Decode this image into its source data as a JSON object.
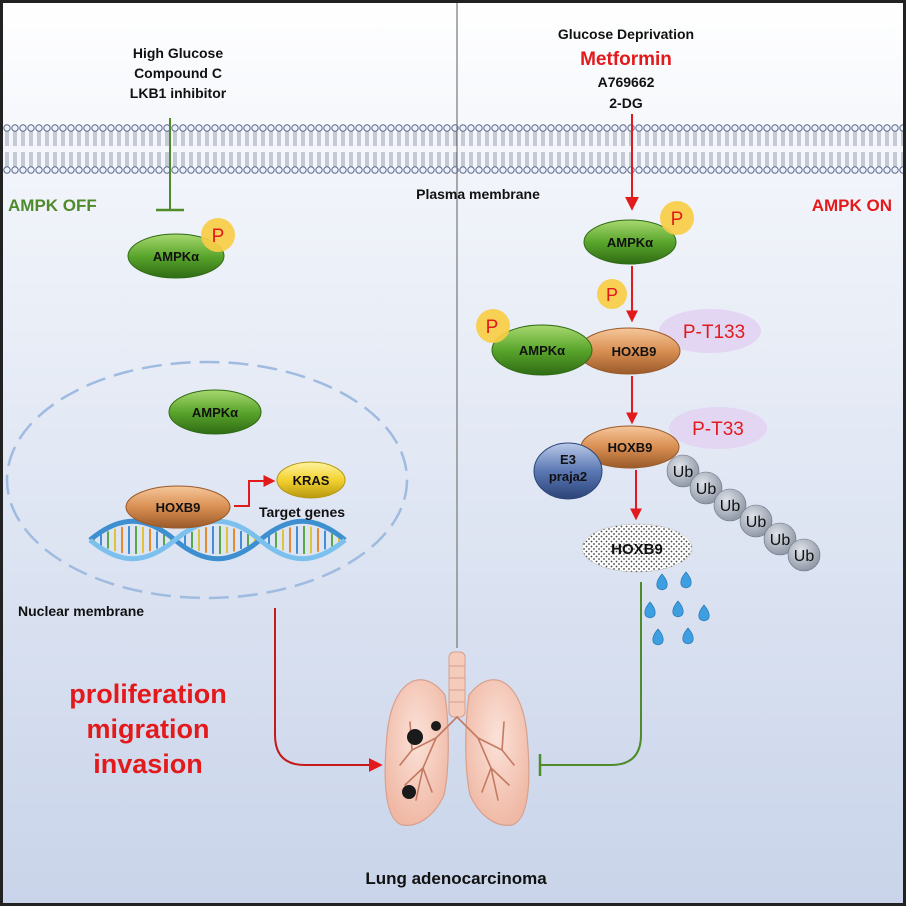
{
  "left_stimuli": [
    "High Glucose",
    "Compound C",
    "LKB1 inhibitor"
  ],
  "right_stimuli": {
    "line1": "Glucose Deprivation",
    "highlight": "Metformin",
    "line3": "A769662",
    "line4": "2-DG"
  },
  "states": {
    "off": "AMPK OFF",
    "on": "AMPK ON"
  },
  "membranes": {
    "plasma": "Plasma membrane",
    "nuclear": "Nuclear membrane"
  },
  "molecules": {
    "ampk": "AMPKα",
    "phospho": "P",
    "hoxb9": "HOXB9",
    "kras": "KRAS",
    "e3_line1": "E3",
    "e3_line2": "praja2",
    "ubiquitin": "Ub",
    "site_t133": "P-T133",
    "site_t33": "P-T33"
  },
  "target_genes": "Target genes",
  "outcomes": [
    "proliferation",
    "migration",
    "invasion"
  ],
  "organ": "Lung adenocarcinoma",
  "colors": {
    "activation_red": "#e31a1c",
    "inhibition_green": "#4f8a2b",
    "state_off_green": "#4f8a2b",
    "ampk_green": "#5aa62c",
    "hoxb9_orange": "#d98f52",
    "kras_yellow": "#f2d230",
    "phospho_yellow": "#f7cd45",
    "site_lavender": "#e3d6f3",
    "ubiquitin_gray": "#aab2bf",
    "e3_blue": "#5b78b4"
  }
}
